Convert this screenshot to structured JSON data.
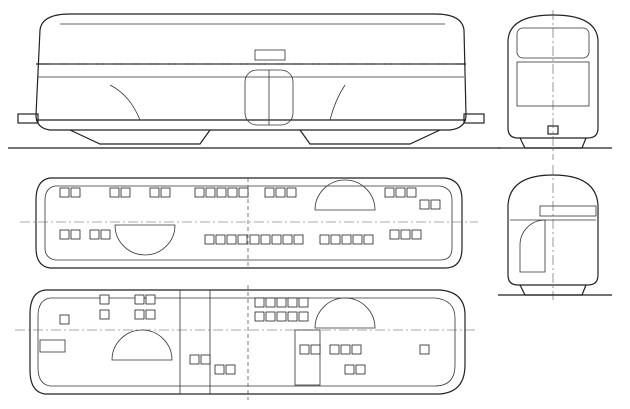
{
  "drawing": {
    "stroke_color": "#222222",
    "background": "#ffffff",
    "views": [
      "side-elevation",
      "end-elevation",
      "upper-deck-plan",
      "cross-section",
      "lower-deck-plan"
    ]
  }
}
